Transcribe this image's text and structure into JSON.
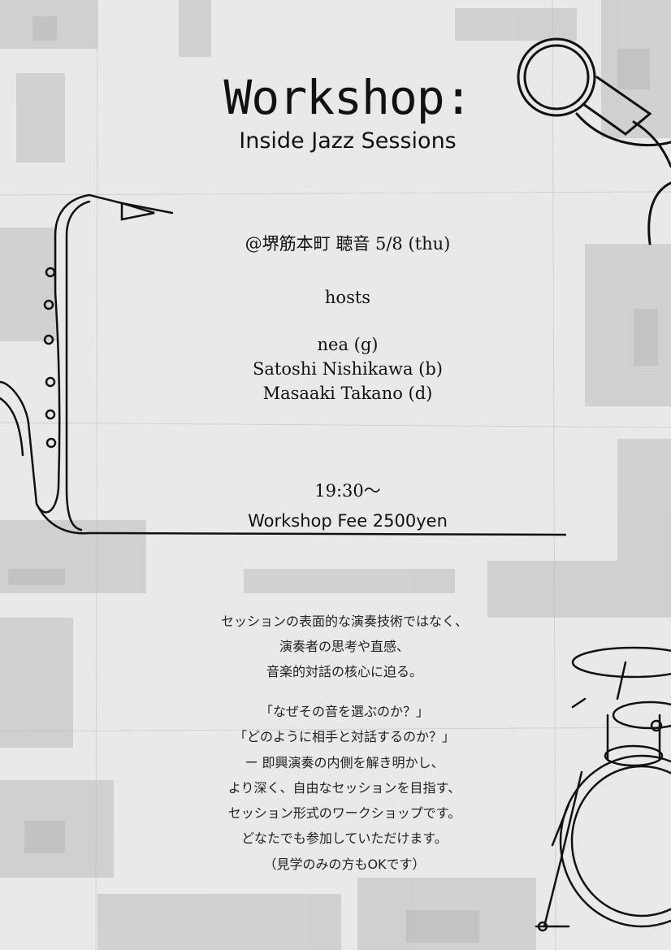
{
  "title": "Workshop:",
  "subtitle": "Inside Jazz Sessions",
  "venue_date": "@堺筋本町 聴音 5/8 (thu)",
  "hosts_label": "hosts",
  "hosts": [
    "nea (g)",
    "Satoshi Nishikawa (b)",
    "Masaaki Takano (d)"
  ],
  "time": "19:30〜",
  "fee": "Workshop Fee 2500yen",
  "description": [
    "セッションの表面的な演奏技術ではなく、",
    "演奏者の思考や直感、",
    "音楽的対話の核心に迫る。",
    "「なぜその音を選ぶのか？」",
    "「どのように相手と対話するのか？」",
    "ー 即興演奏の内側を解き明かし、",
    "より深く、自由なセッションを目指す、",
    "セッション形式のワークショップです。",
    "どなたでも参加していただけます。",
    "（見学のみの方もOKです）"
  ],
  "colors": {
    "background": "#e9e9e9",
    "texture": "#bdbdbd",
    "ink": "#111111"
  },
  "illustrations": [
    "microphone-icon",
    "saxophone-icon",
    "drum-kit-icon"
  ]
}
